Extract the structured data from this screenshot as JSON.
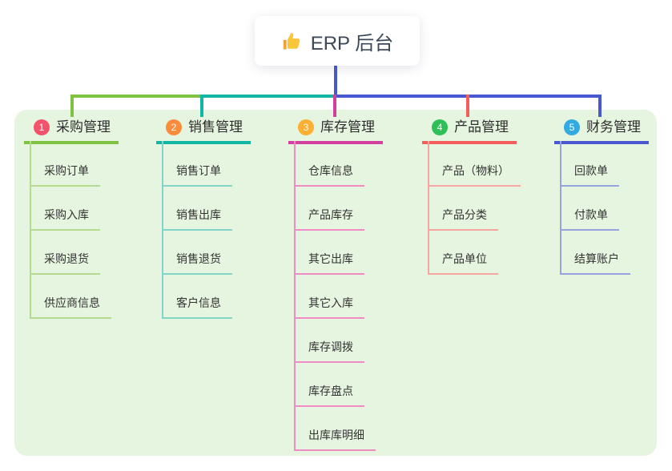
{
  "root": {
    "title": "ERP 后台",
    "icon": "thumbs-up-icon"
  },
  "trunk_color": "#4a58cf",
  "panel_color": "#e6f5e0",
  "branches": [
    {
      "num": "1",
      "label": "采购管理",
      "badge_color": "#f4516c",
      "line_color": "#7fc241",
      "child_line_color": "#b5da90",
      "children": [
        "采购订单",
        "采购入库",
        "采购退货",
        "供应商信息"
      ]
    },
    {
      "num": "2",
      "label": "销售管理",
      "badge_color": "#fb8c3c",
      "line_color": "#11b7a4",
      "child_line_color": "#82d6c9",
      "children": [
        "销售订单",
        "销售出库",
        "销售退货",
        "客户信息"
      ]
    },
    {
      "num": "3",
      "label": "库存管理",
      "badge_color": "#fbb033",
      "line_color": "#d23f9e",
      "child_line_color": "#ee8cc3",
      "children": [
        "仓库信息",
        "产品库存",
        "其它出库",
        "其它入库",
        "库存调拨",
        "库存盘点",
        "出库库明细"
      ]
    },
    {
      "num": "4",
      "label": "产品管理",
      "badge_color": "#2cc056",
      "line_color": "#f35d5d",
      "child_line_color": "#f6a5a0",
      "children": [
        "产品（物料）",
        "产品分类",
        "产品单位"
      ]
    },
    {
      "num": "5",
      "label": "财务管理",
      "badge_color": "#31aae1",
      "line_color": "#4a58cf",
      "child_line_color": "#97a3de",
      "children": [
        "回款单",
        "付款单",
        "结算账户"
      ]
    }
  ]
}
